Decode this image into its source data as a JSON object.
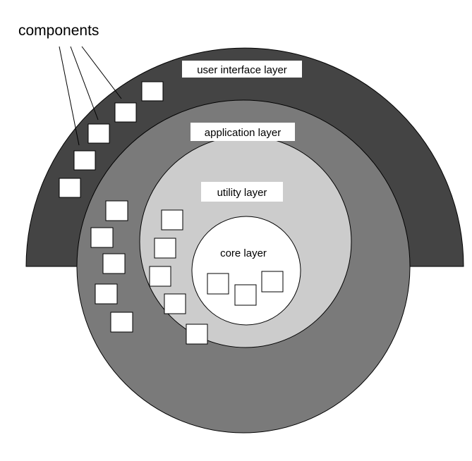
{
  "diagram": {
    "callout_label": "components",
    "layers": [
      {
        "id": "user-interface",
        "label": "user interface layer",
        "color": "#444444"
      },
      {
        "id": "application",
        "label": "application layer",
        "color": "#7a7a7a"
      },
      {
        "id": "utility",
        "label": "utility layer",
        "color": "#cccccc"
      },
      {
        "id": "core",
        "label": "core layer",
        "color": "#ffffff"
      }
    ],
    "outline_color": "#000000",
    "component_fill": "#ffffff"
  }
}
